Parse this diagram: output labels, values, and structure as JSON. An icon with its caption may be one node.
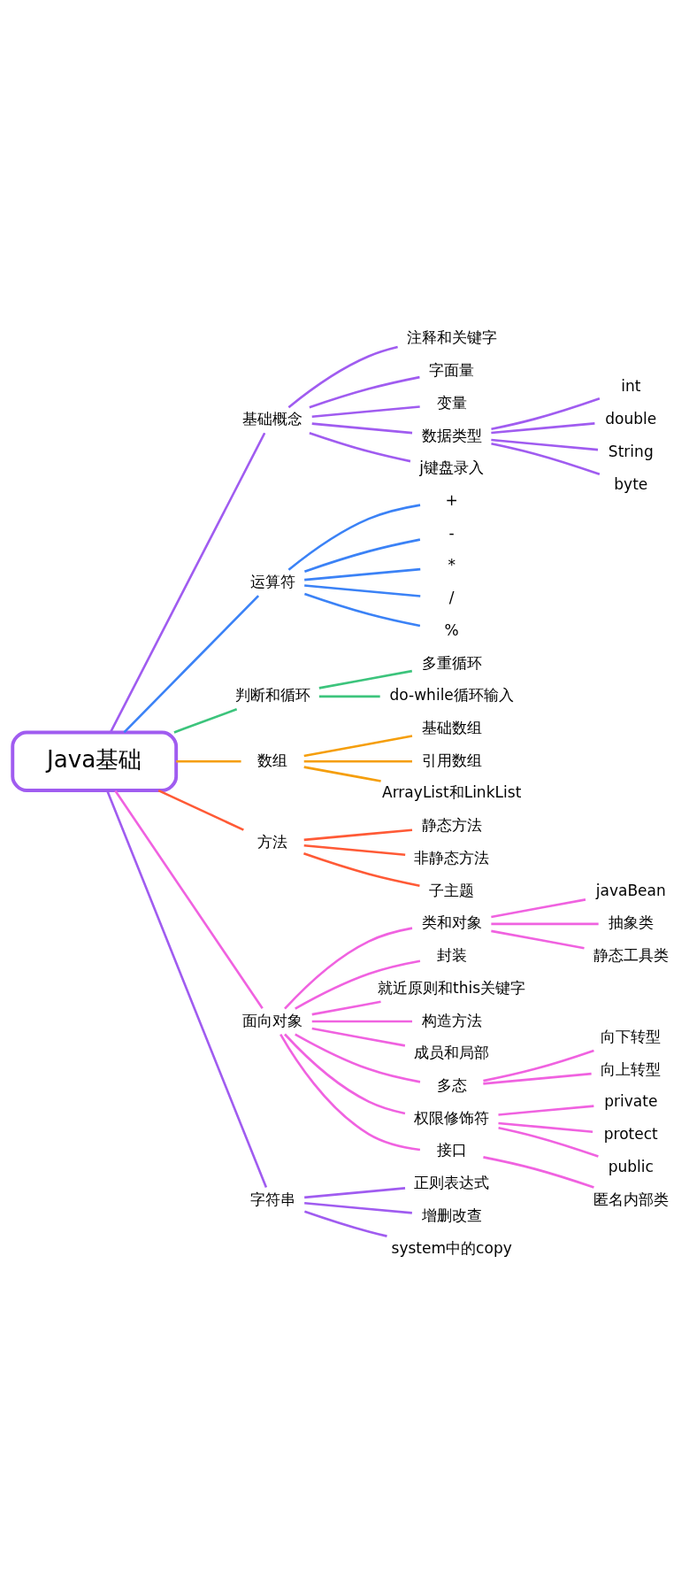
{
  "diagram": {
    "nodes": [
      {
        "text": [
          "Java基础"
        ]
      },
      {
        "text": [
          "基础概念"
        ]
      },
      {
        "text": [
          "注释和关键字"
        ]
      },
      {
        "text": [
          "字面量"
        ]
      },
      {
        "text": [
          "变量"
        ]
      },
      {
        "text": [
          "数据类型"
        ]
      },
      {
        "text": [
          "int"
        ]
      },
      {
        "text": [
          "double"
        ]
      },
      {
        "text": [
          "String"
        ]
      },
      {
        "text": [
          "byte"
        ]
      },
      {
        "text": [
          "j键盘录入"
        ]
      },
      {
        "text": [
          "运算符"
        ]
      },
      {
        "text": [
          "+"
        ]
      },
      {
        "text": [
          "-"
        ]
      },
      {
        "text": [
          "*"
        ]
      },
      {
        "text": [
          "/"
        ]
      },
      {
        "text": [
          "%"
        ]
      },
      {
        "text": [
          "判断和循环"
        ]
      },
      {
        "text": [
          "多重循环"
        ]
      },
      {
        "text": [
          "do-while循环输入"
        ]
      },
      {
        "text": [
          "数组"
        ]
      },
      {
        "text": [
          "基础数组"
        ]
      },
      {
        "text": [
          "引用数组"
        ]
      },
      {
        "text": [
          "ArrayList和LinkList"
        ]
      },
      {
        "text": [
          "方法"
        ]
      },
      {
        "text": [
          "静态方法"
        ]
      },
      {
        "text": [
          "非静态方法"
        ]
      },
      {
        "text": [
          "子主题"
        ]
      },
      {
        "text": [
          "面向对象"
        ]
      },
      {
        "text": [
          "类和对象"
        ]
      },
      {
        "text": [
          "javaBean"
        ]
      },
      {
        "text": [
          "抽象类"
        ]
      },
      {
        "text": [
          "静态工具类"
        ]
      },
      {
        "text": [
          "封装"
        ]
      },
      {
        "text": [
          "就近原则和this关键字"
        ]
      },
      {
        "text": [
          "构造方法"
        ]
      },
      {
        "text": [
          "成员和局部"
        ]
      },
      {
        "text": [
          "多态"
        ]
      },
      {
        "text": [
          "向下转型"
        ]
      },
      {
        "text": [
          "向上转型"
        ]
      },
      {
        "text": [
          "权限修饰符"
        ]
      },
      {
        "text": [
          "private"
        ]
      },
      {
        "text": [
          "protect"
        ]
      },
      {
        "text": [
          "public"
        ]
      },
      {
        "text": [
          "接口"
        ]
      },
      {
        "text": [
          "匿名内部类"
        ]
      },
      {
        "text": [
          "字符串"
        ]
      },
      {
        "text": [
          "正则表达式"
        ]
      },
      {
        "text": [
          "增删改查"
        ]
      },
      {
        "text": [
          "system中的copy"
        ]
      }
    ],
    "edges": [
      {
        "from": 0,
        "to": 1,
        "arrow": "none",
        "color": "#a05cf0"
      },
      {
        "from": 1,
        "to": 2,
        "arrow": "none",
        "color": "#a05cf0"
      },
      {
        "from": 1,
        "to": 3,
        "arrow": "none",
        "color": "#a05cf0"
      },
      {
        "from": 1,
        "to": 4,
        "arrow": "none",
        "color": "#a05cf0"
      },
      {
        "from": 1,
        "to": 5,
        "arrow": "none",
        "color": "#a05cf0"
      },
      {
        "from": 5,
        "to": 6,
        "arrow": "none",
        "color": "#a05cf0"
      },
      {
        "from": 5,
        "to": 7,
        "arrow": "none",
        "color": "#a05cf0"
      },
      {
        "from": 5,
        "to": 8,
        "arrow": "none",
        "color": "#a05cf0"
      },
      {
        "from": 5,
        "to": 9,
        "arrow": "none",
        "color": "#a05cf0"
      },
      {
        "from": 1,
        "to": 10,
        "arrow": "none",
        "color": "#a05cf0"
      },
      {
        "from": 0,
        "to": 11,
        "arrow": "none",
        "color": "#3b82f6"
      },
      {
        "from": 11,
        "to": 12,
        "arrow": "none",
        "color": "#3b82f6"
      },
      {
        "from": 11,
        "to": 13,
        "arrow": "none",
        "color": "#3b82f6"
      },
      {
        "from": 11,
        "to": 14,
        "arrow": "none",
        "color": "#3b82f6"
      },
      {
        "from": 11,
        "to": 15,
        "arrow": "none",
        "color": "#3b82f6"
      },
      {
        "from": 11,
        "to": 16,
        "arrow": "none",
        "color": "#3b82f6"
      },
      {
        "from": 0,
        "to": 17,
        "arrow": "none",
        "color": "#3cc47c"
      },
      {
        "from": 17,
        "to": 18,
        "arrow": "none",
        "color": "#3cc47c"
      },
      {
        "from": 17,
        "to": 19,
        "arrow": "none",
        "color": "#3cc47c"
      },
      {
        "from": 0,
        "to": 20,
        "arrow": "none",
        "color": "#f59e0b"
      },
      {
        "from": 20,
        "to": 21,
        "arrow": "none",
        "color": "#f59e0b"
      },
      {
        "from": 20,
        "to": 22,
        "arrow": "none",
        "color": "#f59e0b"
      },
      {
        "from": 20,
        "to": 23,
        "arrow": "none",
        "color": "#f59e0b"
      },
      {
        "from": 0,
        "to": 24,
        "arrow": "none",
        "color": "#ff5a36"
      },
      {
        "from": 24,
        "to": 25,
        "arrow": "none",
        "color": "#ff5a36"
      },
      {
        "from": 24,
        "to": 26,
        "arrow": "none",
        "color": "#ff5a36"
      },
      {
        "from": 24,
        "to": 27,
        "arrow": "none",
        "color": "#ff5a36"
      },
      {
        "from": 0,
        "to": 28,
        "arrow": "none"
      },
      {
        "from": 28,
        "to": 29,
        "arrow": "none"
      },
      {
        "from": 29,
        "to": 30,
        "arrow": "none"
      },
      {
        "from": 29,
        "to": 31,
        "arrow": "none"
      },
      {
        "from": 29,
        "to": 32,
        "arrow": "none"
      },
      {
        "from": 28,
        "to": 33,
        "arrow": "none"
      },
      {
        "from": 28,
        "to": 34,
        "arrow": "none"
      },
      {
        "from": 28,
        "to": 35,
        "arrow": "none"
      },
      {
        "from": 28,
        "to": 36,
        "arrow": "none"
      },
      {
        "from": 28,
        "to": 37,
        "arrow": "none"
      },
      {
        "from": 37,
        "to": 38,
        "arrow": "none"
      },
      {
        "from": 37,
        "to": 39,
        "arrow": "none"
      },
      {
        "from": 28,
        "to": 40,
        "arrow": "none"
      },
      {
        "from": 40,
        "to": 41,
        "arrow": "none"
      },
      {
        "from": 40,
        "to": 42,
        "arrow": "none"
      },
      {
        "from": 40,
        "to": 43,
        "arrow": "none"
      },
      {
        "from": 28,
        "to": 44,
        "arrow": "none"
      },
      {
        "from": 44,
        "to": 45,
        "arrow": "none"
      },
      {
        "from": 0,
        "to": 46,
        "arrow": "none",
        "color": "#a05cf0"
      },
      {
        "from": 46,
        "to": 47,
        "arrow": "none",
        "color": "#a05cf0"
      },
      {
        "from": 46,
        "to": 48,
        "arrow": "none",
        "color": "#a05cf0"
      },
      {
        "from": 46,
        "to": 49,
        "arrow": "none",
        "color": "#a05cf0"
      }
    ]
  }
}
